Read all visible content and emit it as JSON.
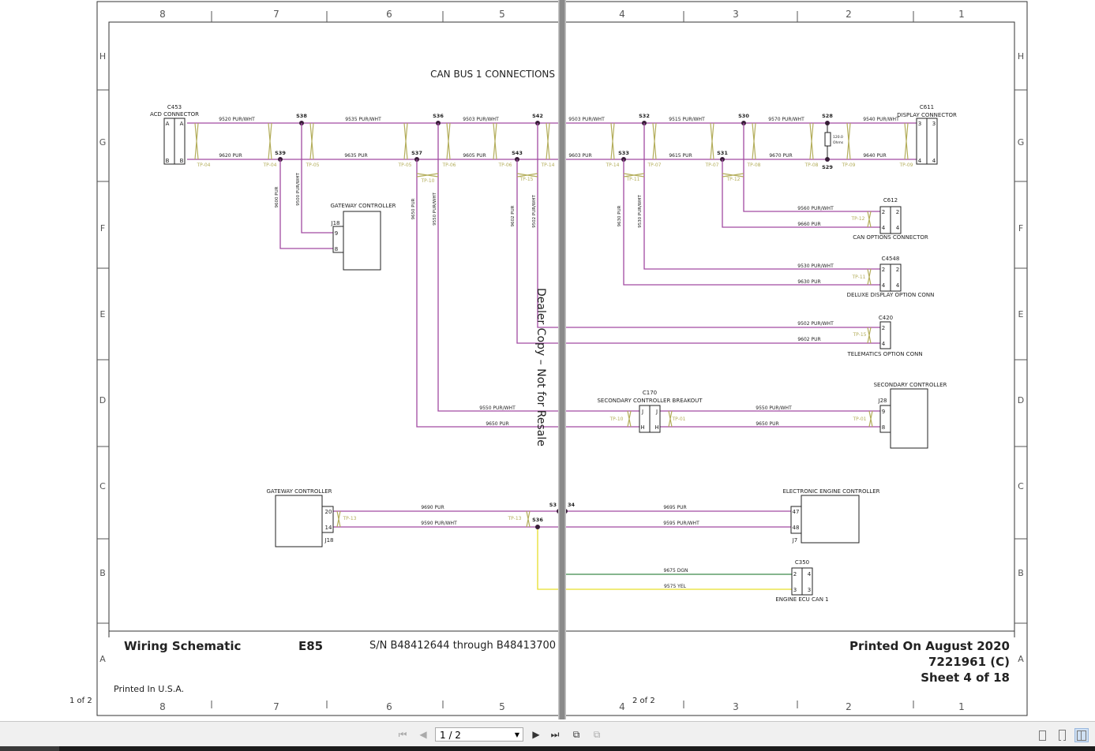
{
  "sheet": {
    "title": "CAN BUS 1 CONNECTIONS",
    "watermark": "Dealer Copy -- Not for Resale",
    "zones_cols": [
      "8",
      "7",
      "6",
      "5",
      "4",
      "3",
      "2",
      "1"
    ],
    "zones_rows": [
      "H",
      "G",
      "F",
      "E",
      "D",
      "C",
      "B",
      "A"
    ],
    "splices": [
      "S38",
      "S36",
      "S42",
      "S32",
      "S30",
      "S28",
      "S39",
      "S37",
      "S43",
      "S33",
      "S31",
      "S29",
      "S3",
      "34",
      "S36"
    ],
    "wire_labels": [
      "9520 PUR/WHT",
      "9535 PUR/WHT",
      "9503 PUR/WHT",
      "9503 PUR/WHT",
      "9515 PUR/WHT",
      "9570 PUR/WHT",
      "9540 PUR/WHT",
      "9620 PUR",
      "9635 PUR",
      "9605 PUR",
      "9603 PUR",
      "9615 PUR",
      "9670 PUR",
      "9640 PUR",
      "9560 PUR/WHT",
      "9660 PUR",
      "9530 PUR/WHT",
      "9630 PUR",
      "9502 PUR/WHT",
      "9602 PUR",
      "9550 PUR/WHT",
      "9650 PUR",
      "9550 PUR/WHT",
      "9650 PUR",
      "9690 PUR",
      "9590 PUR/WHT",
      "9695 PUR",
      "9595 PUR/WHT",
      "9675 DGN",
      "9575 YEL"
    ],
    "vertical_wire_labels": [
      "9600 PUR",
      "9500 PUR/WHT",
      "9650 PUR",
      "9550 PUR/WHT",
      "9602 PUR",
      "9502 PUR/WHT",
      "9630 PUR",
      "9530 PUR/WHT"
    ],
    "twist_labels": [
      "TP-04",
      "TP-04",
      "TP-05",
      "TP-05",
      "TP-06",
      "TP-06",
      "TP-14",
      "TP-14",
      "TP-07",
      "TP-07",
      "TP-08",
      "TP-08",
      "TP-09",
      "TP-09",
      "TP-10",
      "TP-15",
      "TP-11",
      "TP-12",
      "TP-12",
      "TP-11",
      "TP-15",
      "TP-10",
      "TP-01",
      "TP-01",
      "TP-13",
      "TP-13"
    ],
    "resistor": "120.0 Ohms",
    "components": [
      {
        "id": "C453",
        "name": "ACD CONNECTOR",
        "pins": [
          "A",
          "A",
          "B",
          "B"
        ]
      },
      {
        "id": "C611",
        "name": "DISPLAY CONNECTOR",
        "pins": [
          "3",
          "3",
          "4",
          "4"
        ]
      },
      {
        "id": "J18",
        "name": "GATEWAY CONTROLLER",
        "pins": [
          "9",
          "8"
        ]
      },
      {
        "id": "C612",
        "name": "CAN OPTIONS CONNECTOR",
        "pins": [
          "2",
          "2",
          "4",
          "4"
        ]
      },
      {
        "id": "C4548",
        "name": "DELUXE DISPLAY OPTION CONN",
        "pins": [
          "2",
          "2",
          "4",
          "4"
        ]
      },
      {
        "id": "C420",
        "name": "TELEMATICS OPTION CONN",
        "pins": [
          "2",
          "4"
        ]
      },
      {
        "id": "C170",
        "name": "SECONDARY CONTROLLER BREAKOUT",
        "pins": [
          "J",
          "J",
          "H",
          "H"
        ]
      },
      {
        "id": "J28",
        "name": "SECONDARY CONTROLLER",
        "pins": [
          "9",
          "8"
        ]
      },
      {
        "id": "J18",
        "name": "GATEWAY CONTROLLER",
        "pins": [
          "20",
          "14"
        ]
      },
      {
        "id": "J7",
        "name": "ELECTRONIC ENGINE CONTROLLER",
        "pins": [
          "47",
          "48"
        ]
      },
      {
        "id": "C350",
        "name": "ENGINE ECU CAN 1",
        "pins": [
          "2",
          "4",
          "3",
          "3"
        ]
      }
    ],
    "title_block": {
      "doc": "Wiring Schematic",
      "model": "E85",
      "serial": "S/N B48412644 through B48413700",
      "printed_on": "Printed On August 2020",
      "part": "7221961 (C)",
      "sheet": "Sheet 4 of 18",
      "printed_in": "Printed In U.S.A."
    },
    "page_left": "1 of 2",
    "page_right": "2 of 2"
  },
  "colors": {
    "wire": "#a24aa2",
    "twist": "#b3ad5a",
    "green": "#3f8a4a",
    "yellow": "#e6df2a",
    "ink": "#222222"
  },
  "toolbar": {
    "page_value": "1 / 2"
  }
}
